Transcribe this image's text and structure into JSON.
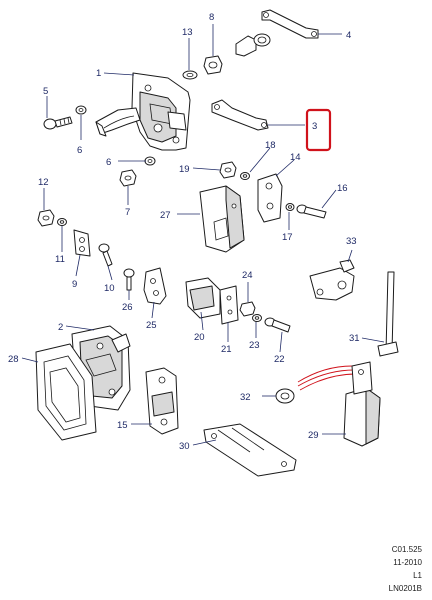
{
  "diagram": {
    "callouts": [
      {
        "id": "c1",
        "label": "1"
      },
      {
        "id": "c2",
        "label": "2"
      },
      {
        "id": "c3",
        "label": "3"
      },
      {
        "id": "c4",
        "label": "4"
      },
      {
        "id": "c5",
        "label": "5"
      },
      {
        "id": "c6a",
        "label": "6"
      },
      {
        "id": "c6b",
        "label": "6"
      },
      {
        "id": "c7",
        "label": "7"
      },
      {
        "id": "c8",
        "label": "8"
      },
      {
        "id": "c9",
        "label": "9"
      },
      {
        "id": "c10",
        "label": "10"
      },
      {
        "id": "c11",
        "label": "11"
      },
      {
        "id": "c12",
        "label": "12"
      },
      {
        "id": "c13",
        "label": "13"
      },
      {
        "id": "c14",
        "label": "14"
      },
      {
        "id": "c15",
        "label": "15"
      },
      {
        "id": "c16",
        "label": "16"
      },
      {
        "id": "c17",
        "label": "17"
      },
      {
        "id": "c18",
        "label": "18"
      },
      {
        "id": "c19",
        "label": "19"
      },
      {
        "id": "c20",
        "label": "20"
      },
      {
        "id": "c21",
        "label": "21"
      },
      {
        "id": "c22",
        "label": "22"
      },
      {
        "id": "c23",
        "label": "23"
      },
      {
        "id": "c24",
        "label": "24"
      },
      {
        "id": "c25",
        "label": "25"
      },
      {
        "id": "c26",
        "label": "26"
      },
      {
        "id": "c27",
        "label": "27"
      },
      {
        "id": "c28",
        "label": "28"
      },
      {
        "id": "c29",
        "label": "29"
      },
      {
        "id": "c30",
        "label": "30"
      },
      {
        "id": "c31",
        "label": "31"
      },
      {
        "id": "c32",
        "label": "32"
      },
      {
        "id": "c33",
        "label": "33"
      }
    ],
    "highlighted_callout": "3",
    "highlight_color": "#d0121b",
    "callout_color": "#1f2a66"
  },
  "reference_block": {
    "code": "C01.525",
    "date": "11-2010",
    "level": "L1",
    "drawing_number": "LN0201B"
  }
}
